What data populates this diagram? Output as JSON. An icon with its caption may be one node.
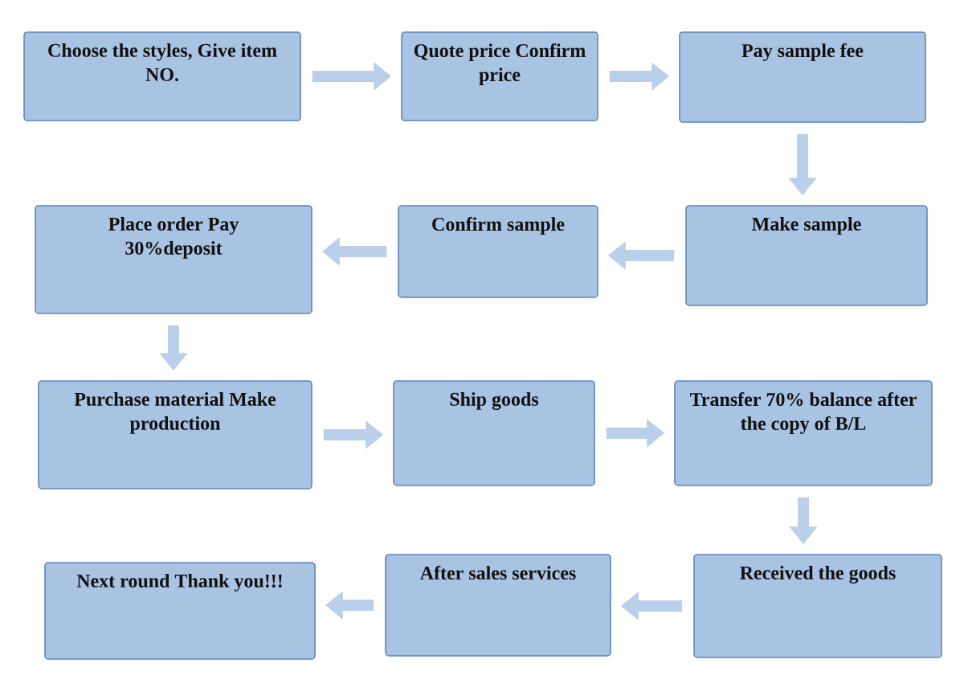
{
  "diagram": {
    "nodes": [
      {
        "text": [
          "Choose the styles, Give item NO."
        ]
      },
      {
        "text": [
          "Quote price Confirm price"
        ]
      },
      {
        "text": [
          "Pay sample fee"
        ]
      },
      {
        "text": [
          "Make sample"
        ]
      },
      {
        "text": [
          "Confirm sample"
        ]
      },
      {
        "text": [
          "Place order Pay 30%deposit"
        ]
      },
      {
        "text": [
          "Purchase material Make production"
        ]
      },
      {
        "text": [
          "Ship goods"
        ]
      },
      {
        "text": [
          "Transfer 70% balance after the copy of B/L"
        ]
      },
      {
        "text": [
          "Received the goods"
        ]
      },
      {
        "text": [
          "After sales services"
        ]
      },
      {
        "text": [
          "Next round Thank you!!!"
        ]
      }
    ],
    "edges": [
      {
        "from": 0,
        "to": 1,
        "arrow": "to"
      },
      {
        "from": 1,
        "to": 2,
        "arrow": "to"
      },
      {
        "from": 2,
        "to": 3,
        "arrow": "to"
      },
      {
        "from": 3,
        "to": 4,
        "arrow": "to"
      },
      {
        "from": 4,
        "to": 5,
        "arrow": "to"
      },
      {
        "from": 5,
        "to": 6,
        "arrow": "to"
      },
      {
        "from": 6,
        "to": 7,
        "arrow": "to"
      },
      {
        "from": 7,
        "to": 8,
        "arrow": "to"
      },
      {
        "from": 8,
        "to": 9,
        "arrow": "to"
      },
      {
        "from": 9,
        "to": 10,
        "arrow": "to"
      },
      {
        "from": 10,
        "to": 11,
        "arrow": "to"
      }
    ]
  }
}
